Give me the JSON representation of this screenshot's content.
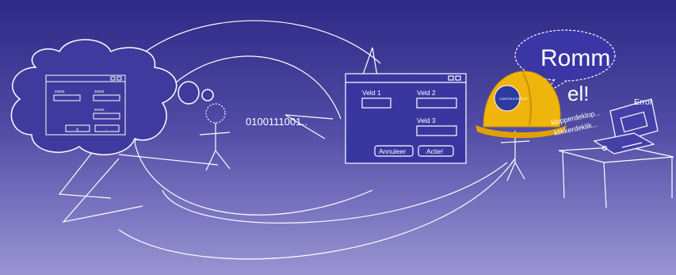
{
  "thought_dialog": {
    "field_labels": [
      "xxxxx",
      "xxxxx",
      "xxxxx"
    ],
    "buttons": [
      "x",
      "-"
    ]
  },
  "binary_text": "0100111001..",
  "dialog": {
    "fields": [
      "Veld 1",
      "Veld 2",
      "Veld 3"
    ],
    "buttons": [
      "Annuleer",
      "Actie!"
    ]
  },
  "speech_bubble": {
    "line1": "Romm",
    "line2": "el!"
  },
  "helmet_badge": "CONSTRUCTIEFOUT",
  "computer": {
    "error_label": "Error",
    "noise_line1": "klopperdeklop...",
    "noise_line2": "klikkerdeklik..."
  },
  "colors": {
    "bg_top": "#2e2a86",
    "bg_bottom": "#9a94d2",
    "line": "#ffffff",
    "cloud_fill": "#3f3a9e",
    "helmet": "#f0b50c",
    "helmet_badge": "#2f3aa0"
  }
}
